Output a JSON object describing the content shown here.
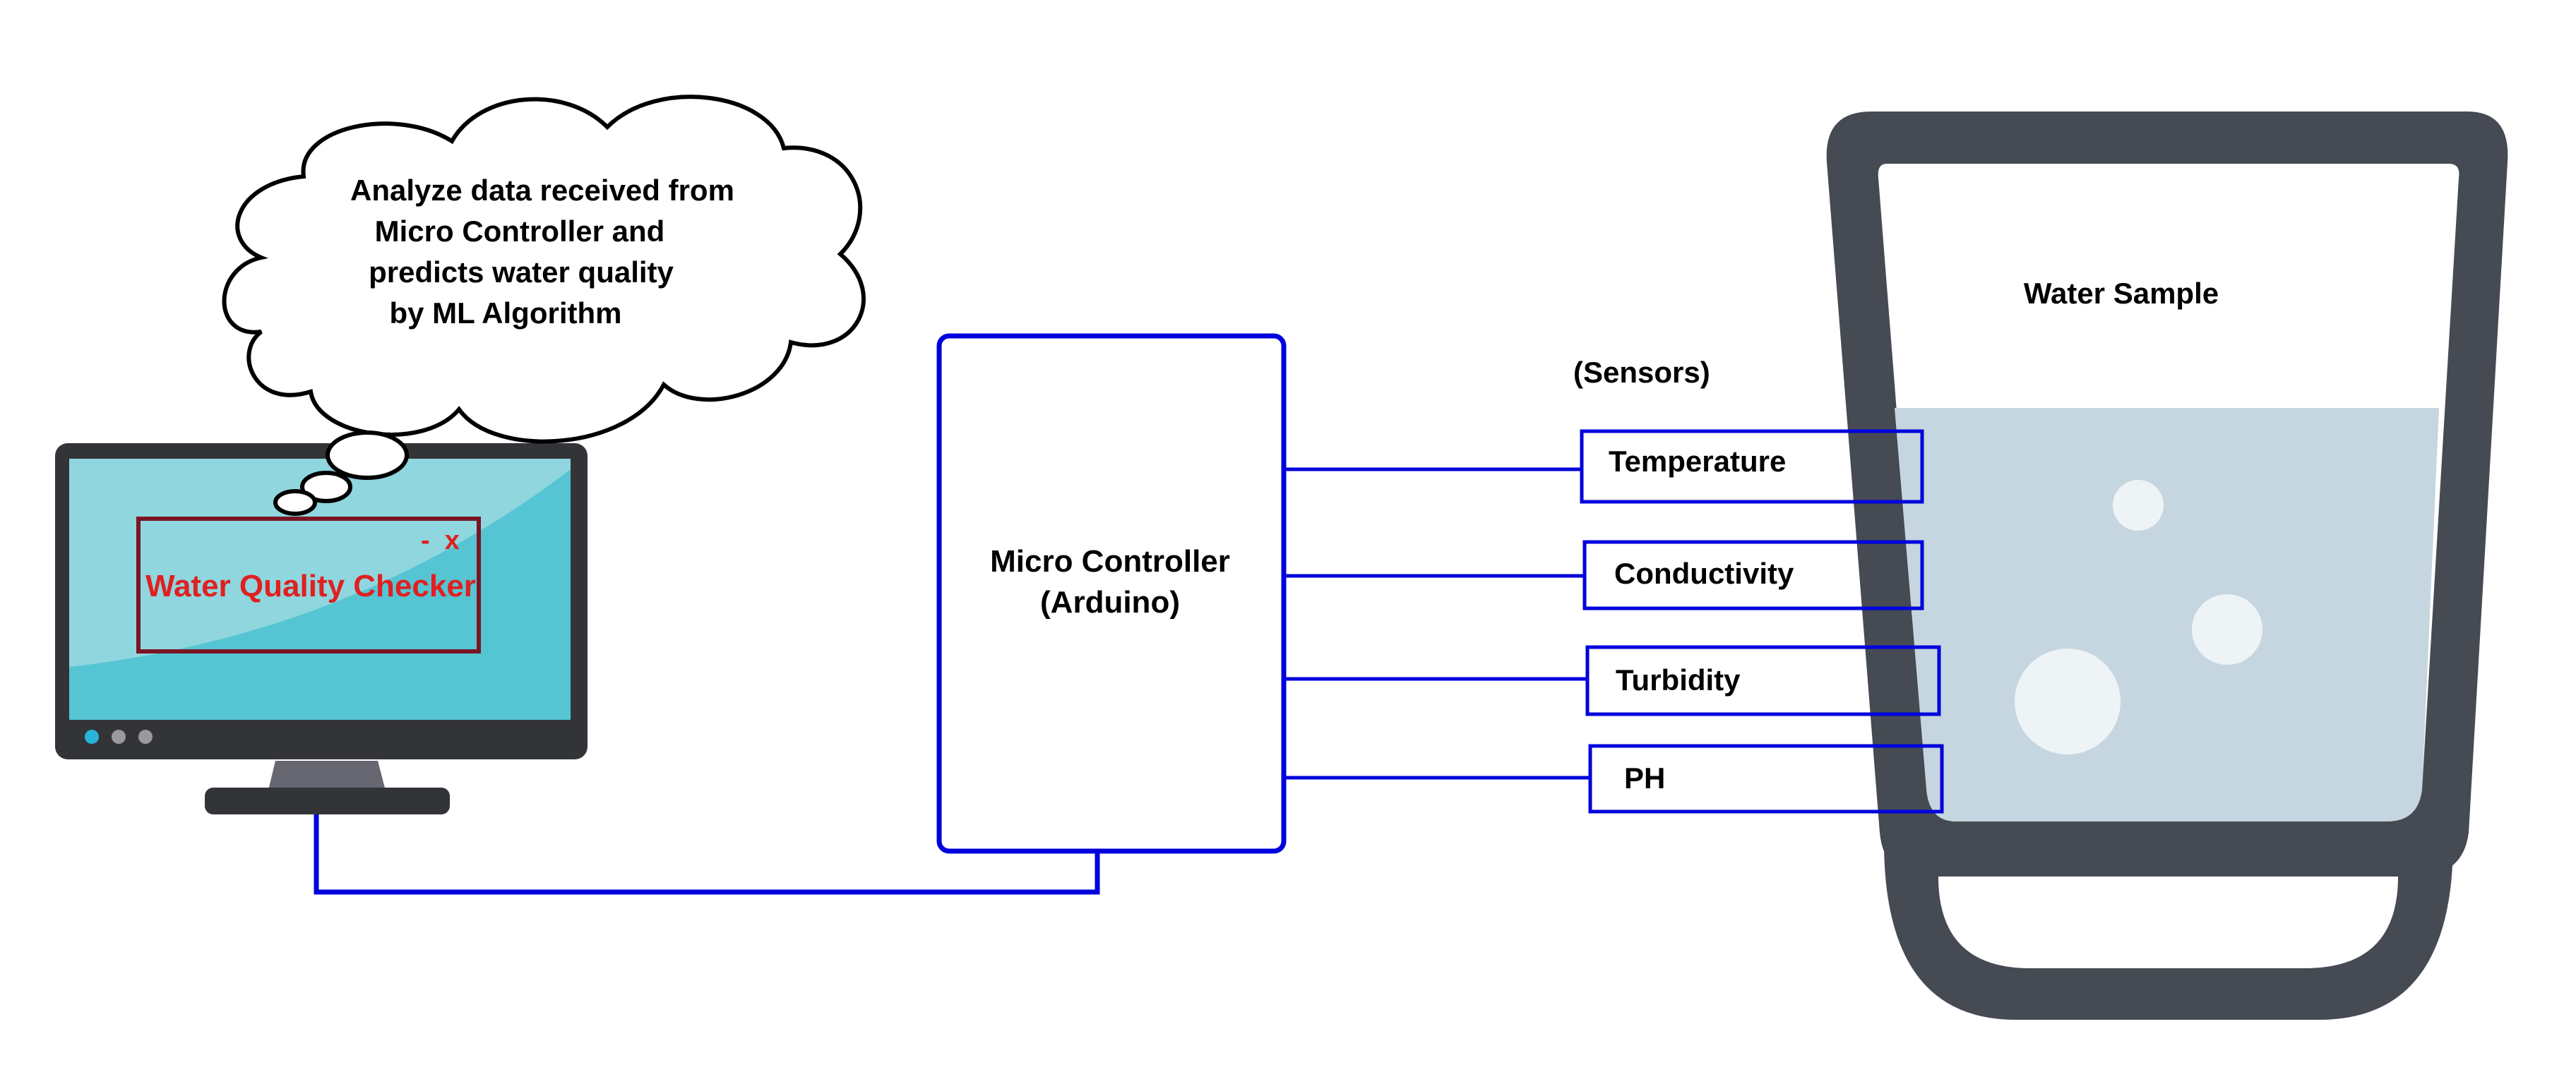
{
  "colors": {
    "connector": "#0000dd",
    "monitor_frame": "#333438",
    "screen": "#56c5d3",
    "screen_highlight": "#8fd6df",
    "app_window_border": "#7a1523",
    "app_title": "#e02020",
    "glass": "#454a53",
    "water": "#c5d6e0",
    "bubble": "#eef3f6"
  },
  "cloud": {
    "lines": [
      "Analyze data received from",
      "Micro Controller and",
      "predicts water quality",
      "by ML Algorithm"
    ]
  },
  "app_window": {
    "controls": "-  x",
    "title": "Water Quality Checker"
  },
  "microcontroller": {
    "line1": "Micro Controller",
    "line2": "(Arduino)"
  },
  "sensors": {
    "heading": "(Sensors)",
    "items": [
      {
        "label": "Temperature"
      },
      {
        "label": "Conductivity"
      },
      {
        "label": "Turbidity"
      },
      {
        "label": "PH"
      }
    ]
  },
  "glass": {
    "label": "Water Sample"
  },
  "icons": [
    "cloud-icon",
    "monitor-icon",
    "glass-icon"
  ]
}
